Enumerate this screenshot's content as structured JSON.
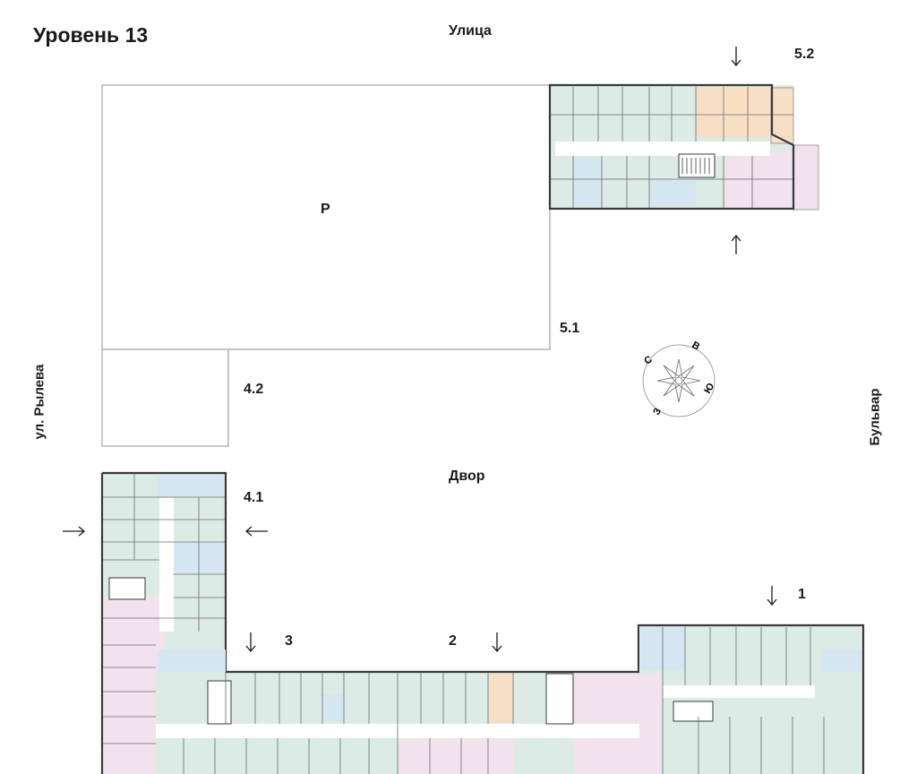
{
  "plan": {
    "level_title": "Уровень 13",
    "street_top": "Улица",
    "street_left": "ул. Рылева",
    "street_right": "Бульвар",
    "courtyard": "Двор",
    "parking_label": "P"
  },
  "sections": {
    "s1": "1",
    "s2": "2",
    "s3": "3",
    "s41": "4.1",
    "s42": "4.2",
    "s51": "5.1",
    "s52": "5.2"
  },
  "compass": {
    "north": "С",
    "east": "В",
    "south": "Ю",
    "west": "З"
  },
  "colors": {
    "wall": "#3a3a3a",
    "apartment_green": "#dcebe5",
    "apartment_blue": "#d6e6f1",
    "apartment_pink": "#f1e2ee",
    "apartment_orange": "#f7dfc6",
    "outline": "#8c8c8c"
  }
}
